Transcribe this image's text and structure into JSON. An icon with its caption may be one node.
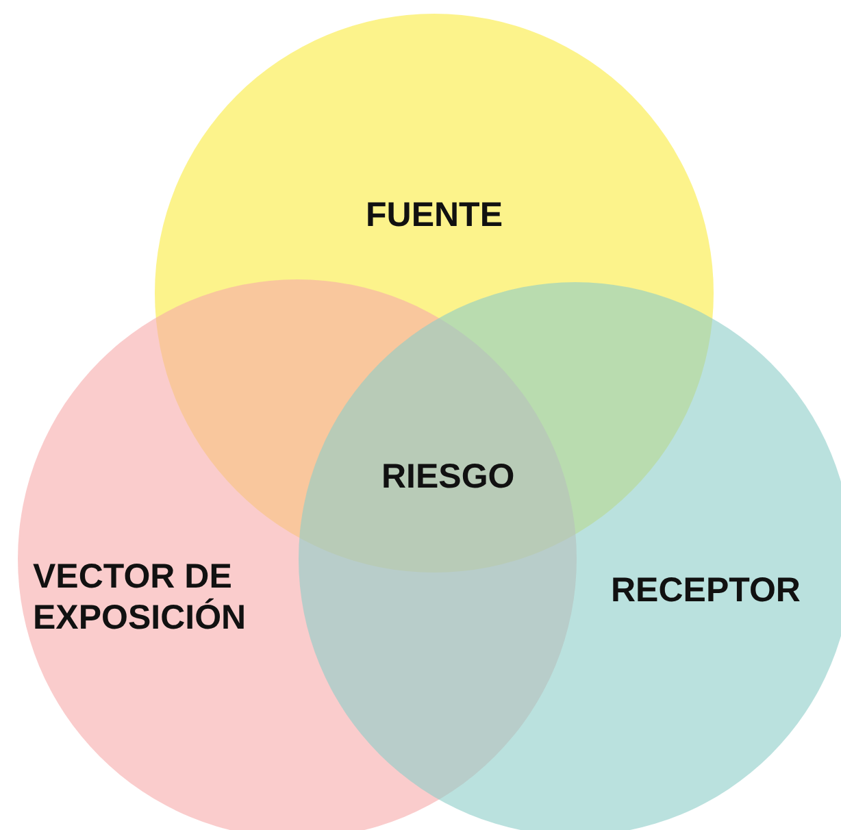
{
  "diagram": {
    "nodes": [
      {
        "text": [
          "FUENTE"
        ]
      },
      {
        "text": [
          "VECTOR DE EXPOSICIÓN"
        ]
      },
      {
        "text": [
          "RECEPTOR"
        ]
      }
    ],
    "labels": [
      "RIESGO"
    ]
  }
}
